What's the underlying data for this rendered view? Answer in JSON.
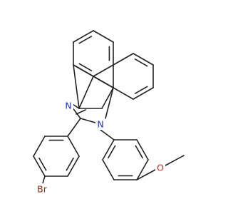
{
  "structure": {
    "atoms": {
      "n_imine": "N",
      "n_amine": "N",
      "bromine": "Br",
      "oxygen": "O"
    },
    "colors": {
      "bond": "#222222",
      "background": "#ffffff",
      "nitrogen": "#1b2fd6",
      "bromine": "#8b2a10",
      "oxygen": "#e0261b"
    }
  }
}
